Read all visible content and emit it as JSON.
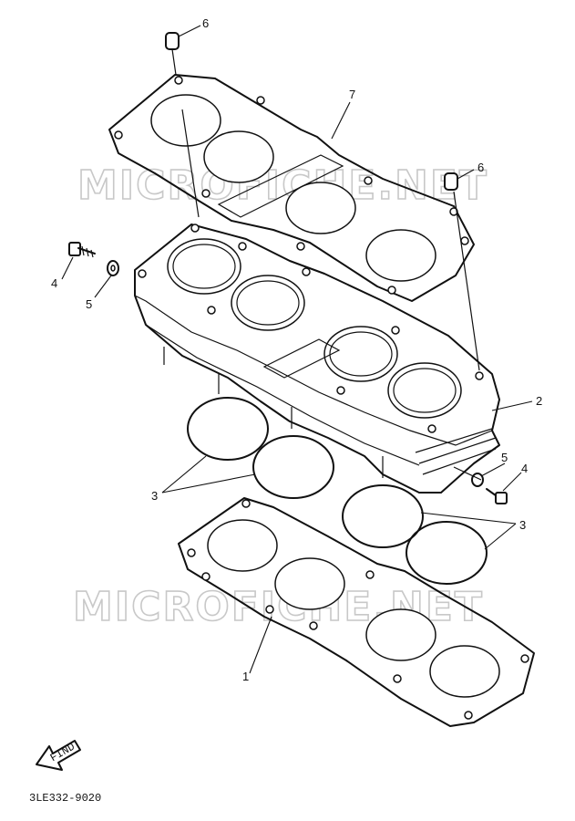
{
  "watermark": {
    "upper": "MICROFICHE.NET",
    "lower": "MICROFICHE.NET"
  },
  "callouts": {
    "c1": "1",
    "c2": "2",
    "c3_left": "3",
    "c3_right": "3",
    "c4_left": "4",
    "c4_right": "4",
    "c5_left": "5",
    "c5_right": "5",
    "c6_top": "6",
    "c6_right": "6",
    "c7": "7"
  },
  "find_label": "FIND",
  "diagram_code": "3LE332-9020"
}
